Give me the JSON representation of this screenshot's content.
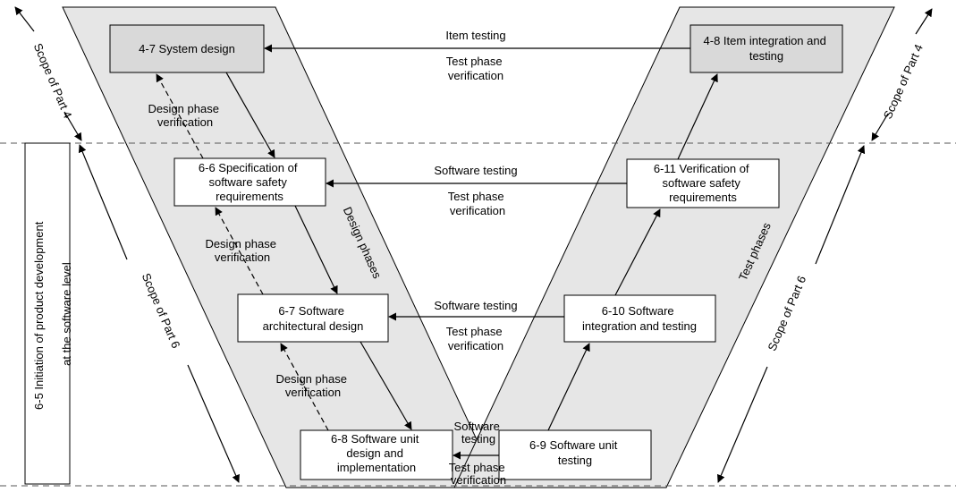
{
  "colors": {
    "band_fill": "#e6e6e6",
    "shaded_box": "#d9d9d9",
    "white_box": "#ffffff",
    "line": "#000000"
  },
  "boxes": {
    "system_design": "4-7 System design",
    "item_integration": [
      "4-8 Item integration and",
      "testing"
    ],
    "sw_safety_spec": [
      "6-6 Specification of",
      "software safety",
      "requirements"
    ],
    "sw_safety_verif": [
      "6-11 Verification of",
      "software safety",
      "requirements"
    ],
    "sw_arch_design": [
      "6-7 Software",
      "architectural design"
    ],
    "sw_integration": [
      "6-10 Software",
      "integration and testing"
    ],
    "sw_unit_design": [
      "6-8 Software unit",
      "design and",
      "implementation"
    ],
    "sw_unit_testing": [
      "6-9 Software unit",
      "testing"
    ],
    "initiation": [
      "6-5 Initiation of product development",
      "at the software level"
    ]
  },
  "labels": {
    "item_testing": "Item testing",
    "test_phase_verification": [
      "Test phase",
      "verification"
    ],
    "software_testing": "Software testing",
    "software_testing_split": [
      "Software",
      "testing"
    ],
    "design_phase_verification": [
      "Design phase",
      "verification"
    ],
    "design_phases": "Design phases",
    "test_phases": "Test phases",
    "scope_part4": "Scope of Part 4",
    "scope_part6": "Scope of Part 6"
  }
}
